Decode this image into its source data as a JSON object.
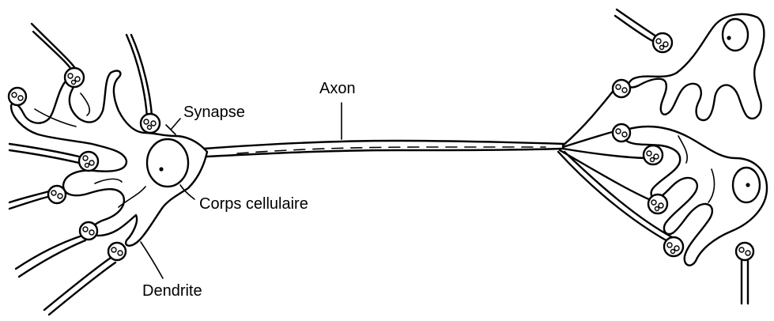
{
  "labels": {
    "synapse": "Synapse",
    "axon": "Axon",
    "cell_body": "Corps cellulaire",
    "dendrite": "Dendrite"
  },
  "colors": {
    "ink": "#000000",
    "background": "#ffffff"
  }
}
